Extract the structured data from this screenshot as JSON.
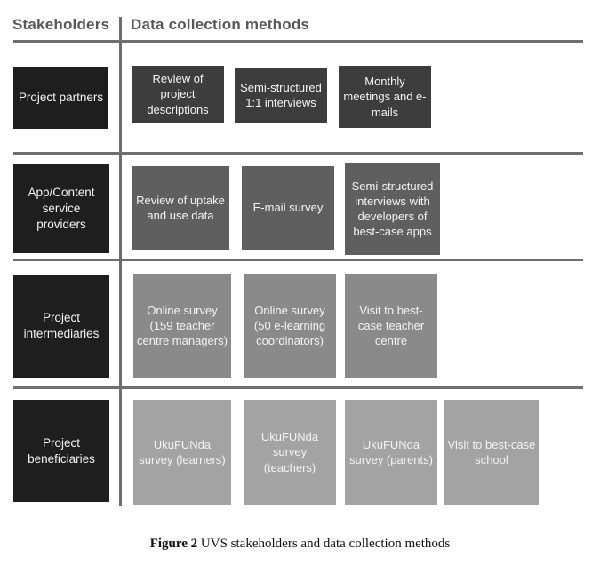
{
  "header": {
    "stakeholders": "Stakeholders",
    "methods": "Data collection methods"
  },
  "rows": [
    {
      "stakeholder": "Project partners",
      "methods": [
        "Review of project descriptions",
        "Semi-structured 1:1 interviews",
        "Monthly meetings and e-mails"
      ]
    },
    {
      "stakeholder": "App/Content service providers",
      "methods": [
        "Review of uptake and use data",
        "E-mail survey",
        "Semi-structured interviews with developers of best-case apps"
      ]
    },
    {
      "stakeholder": "Project intermediaries",
      "methods": [
        "Online survey (159 teacher centre managers)",
        "Online survey (50 e-learning coordinators)",
        "Visit to best-case teacher centre"
      ]
    },
    {
      "stakeholder": "Project beneficiaries",
      "methods": [
        "UkuFUNda survey (learners)",
        "UkuFUNda survey (teachers)",
        "UkuFUNda survey (parents)",
        "Visit to best-case school"
      ]
    }
  ],
  "caption": {
    "label": "Figure 2",
    "text": " UVS stakeholders and data collection methods"
  },
  "colors": {
    "stakeholder_box": "#1e1e1e",
    "row1_method_box": "#3d3d3d",
    "row2_method_box": "#5f5f5f",
    "row3_method_box": "#8a8a8a",
    "row4_method_box": "#a3a3a3",
    "divider_line": "#6e6e6e",
    "header_text": "#58585a",
    "box_text": "#f4f4f4"
  }
}
